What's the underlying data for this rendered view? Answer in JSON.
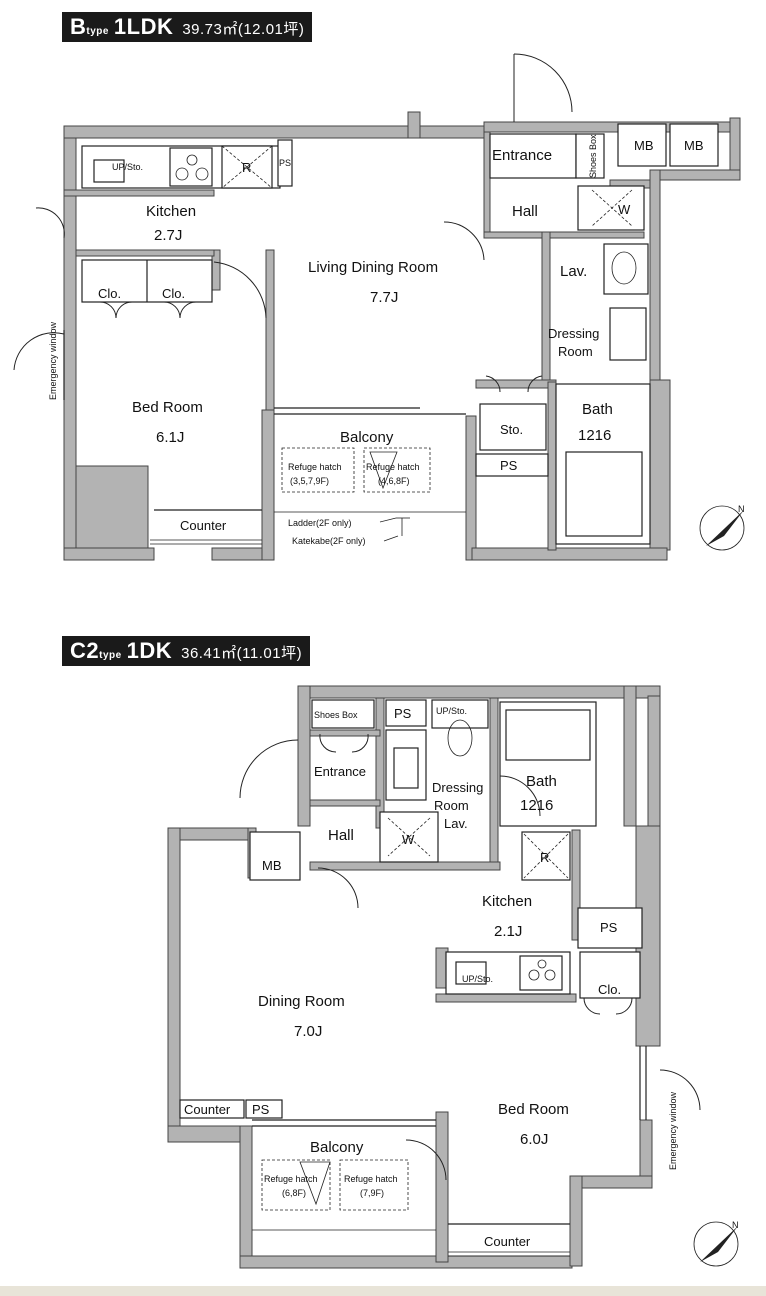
{
  "plan_b": {
    "title_type": "B",
    "title_sub": "type",
    "title_layout": "1LDK",
    "title_area": "39.73㎡(12.01坪)",
    "rooms": {
      "kitchen": "Kitchen",
      "kitchen_size": "2.7J",
      "living": "Living Dining Room",
      "living_size": "7.7J",
      "bed": "Bed Room",
      "bed_size": "6.1J",
      "balcony": "Balcony",
      "counter": "Counter",
      "entrance": "Entrance",
      "shoes_box": "Shoes Box",
      "hall": "Hall",
      "lav": "Lav.",
      "dressing1": "Dressing",
      "dressing2": "Room",
      "bath": "Bath",
      "bath_size": "1216",
      "sto": "Sto.",
      "ps": "PS",
      "mb1": "MB",
      "mb2": "MB",
      "clo1": "Clo.",
      "clo2": "Clo.",
      "up_sto": "UP/Sto.",
      "fridge": "R",
      "ps_small": "PS",
      "washer": "W",
      "emergency": "Emergency window",
      "refuge1_a": "Refuge hatch",
      "refuge1_b": "(3,5,7,9F)",
      "refuge2_a": "Refuge hatch",
      "refuge2_b": "(4,6,8F)",
      "ladder": "Ladder(2F only)",
      "katekabe": "Katekabe(2F only)"
    }
  },
  "plan_c2": {
    "title_type": "C2",
    "title_sub": "type",
    "title_layout": "1DK",
    "title_area": "36.41㎡(11.01坪)",
    "rooms": {
      "shoes_box": "Shoes Box",
      "ps_top": "PS",
      "up_sto": "UP/Sto.",
      "entrance": "Entrance",
      "hall": "Hall",
      "dressing1": "Dressing",
      "dressing2": "Room",
      "lav": "Lav.",
      "bath": "Bath",
      "bath_size": "1216",
      "mb": "MB",
      "kitchen": "Kitchen",
      "kitchen_size": "2.1J",
      "ps_right": "PS",
      "up_sto2": "UP/Sto.",
      "clo": "Clo.",
      "dining": "Dining Room",
      "dining_size": "7.0J",
      "counter1": "Counter",
      "ps_counter": "PS",
      "bed": "Bed Room",
      "bed_size": "6.0J",
      "balcony": "Balcony",
      "refuge1_a": "Refuge hatch",
      "refuge1_b": "(6,8F)",
      "refuge2_a": "Refuge hatch",
      "refuge2_b": "(7,9F)",
      "counter2": "Counter",
      "fridge": "R",
      "washer": "W",
      "emergency": "Emergency window"
    }
  },
  "north_symbol": "N"
}
